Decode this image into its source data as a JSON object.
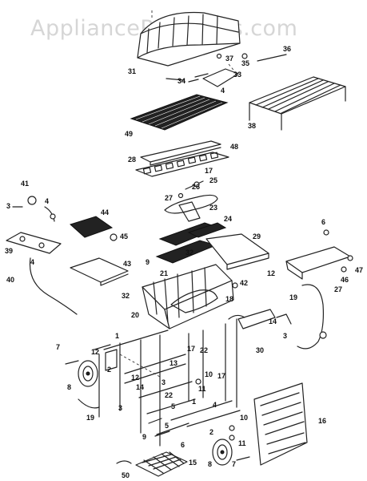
{
  "watermark": "AppliancePartsPros.com",
  "part_numbers": [
    "1",
    "2",
    "3",
    "4",
    "5",
    "6",
    "7",
    "8",
    "9",
    "10",
    "11",
    "12",
    "13",
    "14",
    "15",
    "16",
    "17",
    "18",
    "19",
    "20",
    "21",
    "22",
    "23",
    "24",
    "25",
    "26",
    "27",
    "28",
    "29",
    "30",
    "31",
    "32",
    "33",
    "34",
    "35",
    "36",
    "37",
    "39",
    "40",
    "41",
    "42",
    "43",
    "44",
    "45",
    "46",
    "47",
    "48",
    "49",
    "50"
  ],
  "labels": [
    {
      "id": "31",
      "text": "31"
    },
    {
      "id": "35",
      "text": "35"
    },
    {
      "id": "36",
      "text": "36"
    },
    {
      "id": "37",
      "text": "37"
    },
    {
      "id": "34",
      "text": "34"
    },
    {
      "id": "33",
      "text": "33"
    },
    {
      "id": "4a",
      "text": "4"
    },
    {
      "id": "38",
      "text": "38"
    },
    {
      "id": "49",
      "text": "49"
    },
    {
      "id": "28",
      "text": "28"
    },
    {
      "id": "48",
      "text": "48"
    },
    {
      "id": "17a",
      "text": "17"
    },
    {
      "id": "26",
      "text": "26"
    },
    {
      "id": "25",
      "text": "25"
    },
    {
      "id": "27a",
      "text": "27"
    },
    {
      "id": "23",
      "text": "23"
    },
    {
      "id": "41",
      "text": "41"
    },
    {
      "id": "3a",
      "text": "3"
    },
    {
      "id": "4b",
      "text": "4"
    },
    {
      "id": "44",
      "text": "44"
    },
    {
      "id": "24",
      "text": "24"
    },
    {
      "id": "29",
      "text": "29"
    },
    {
      "id": "6a",
      "text": "6"
    },
    {
      "id": "45",
      "text": "45"
    },
    {
      "id": "39",
      "text": "39"
    },
    {
      "id": "4c",
      "text": "4"
    },
    {
      "id": "43",
      "text": "43"
    },
    {
      "id": "9a",
      "text": "9"
    },
    {
      "id": "32a",
      "text": "32"
    },
    {
      "id": "21",
      "text": "21"
    },
    {
      "id": "12a",
      "text": "12"
    },
    {
      "id": "47",
      "text": "47"
    },
    {
      "id": "46",
      "text": "46"
    },
    {
      "id": "27b",
      "text": "27"
    },
    {
      "id": "40",
      "text": "40"
    },
    {
      "id": "42",
      "text": "42"
    },
    {
      "id": "32b",
      "text": "32"
    },
    {
      "id": "20",
      "text": "20"
    },
    {
      "id": "18",
      "text": "18"
    },
    {
      "id": "19a",
      "text": "19"
    },
    {
      "id": "1a",
      "text": "1"
    },
    {
      "id": "14a",
      "text": "14"
    },
    {
      "id": "3b",
      "text": "3"
    },
    {
      "id": "12b",
      "text": "12"
    },
    {
      "id": "17b",
      "text": "17"
    },
    {
      "id": "22a",
      "text": "22"
    },
    {
      "id": "30",
      "text": "30"
    },
    {
      "id": "13",
      "text": "13"
    },
    {
      "id": "7a",
      "text": "7"
    },
    {
      "id": "2a",
      "text": "2"
    },
    {
      "id": "10a",
      "text": "10"
    },
    {
      "id": "12c",
      "text": "12"
    },
    {
      "id": "14b",
      "text": "14"
    },
    {
      "id": "3c",
      "text": "3"
    },
    {
      "id": "8a",
      "text": "8"
    },
    {
      "id": "22b",
      "text": "22"
    },
    {
      "id": "11a",
      "text": "11"
    },
    {
      "id": "4d",
      "text": "4"
    },
    {
      "id": "17c",
      "text": "17"
    },
    {
      "id": "5a",
      "text": "5"
    },
    {
      "id": "1b",
      "text": "1"
    },
    {
      "id": "19b",
      "text": "19"
    },
    {
      "id": "3d",
      "text": "3"
    },
    {
      "id": "5b",
      "text": "5"
    },
    {
      "id": "16",
      "text": "16"
    },
    {
      "id": "10b",
      "text": "10"
    },
    {
      "id": "2b",
      "text": "2"
    },
    {
      "id": "11b",
      "text": "11"
    },
    {
      "id": "9b",
      "text": "9"
    },
    {
      "id": "6b",
      "text": "6"
    },
    {
      "id": "15",
      "text": "15"
    },
    {
      "id": "8b",
      "text": "8"
    },
    {
      "id": "7b",
      "text": "7"
    },
    {
      "id": "50",
      "text": "50"
    }
  ]
}
